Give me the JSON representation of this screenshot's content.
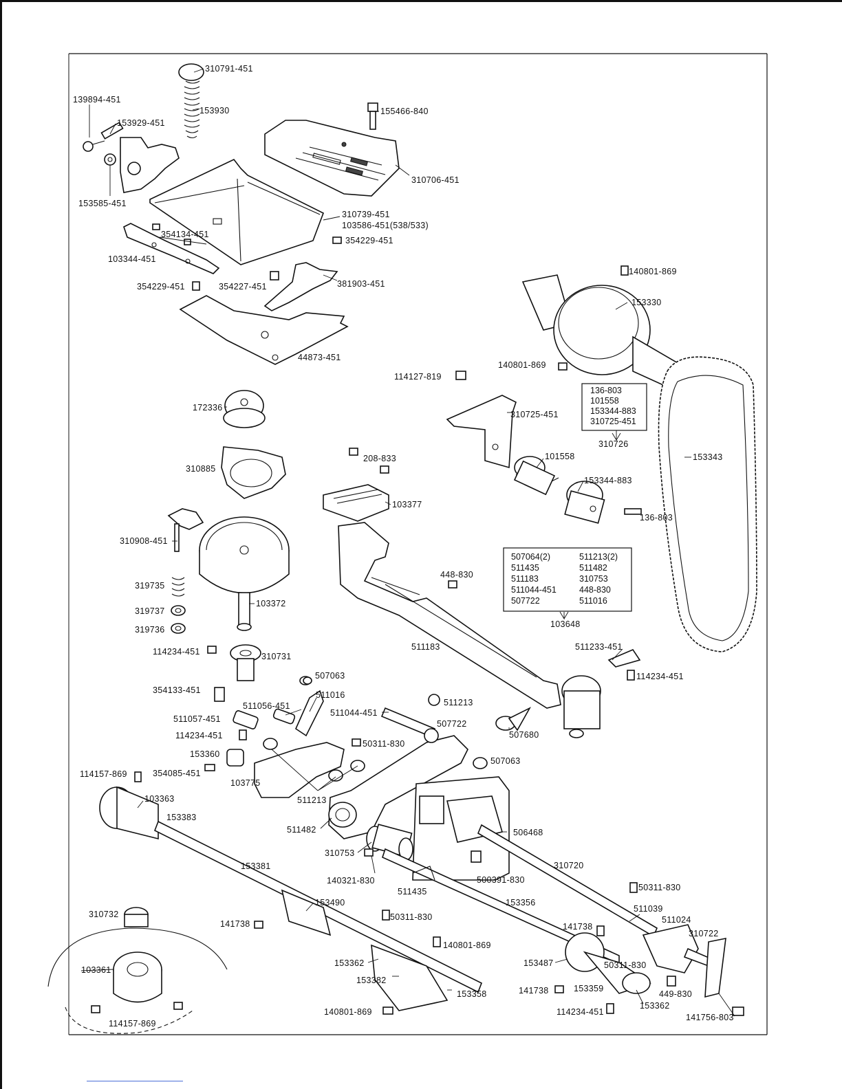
{
  "labels": {
    "l310791": "310791-451",
    "l139894": "139894-451",
    "l153930": "153930",
    "l155466": "155466-840",
    "l153929": "153929-451",
    "l310706": "310706-451",
    "l153585": "153585-451",
    "l310739": "310739-451",
    "l103586": "103586-451(538/533)",
    "l354134": "354134-451",
    "l354229a": "354229-451",
    "l103344": "103344-451",
    "l140801a": "140801-869",
    "l354229b": "354229-451",
    "l354227": "354227-451",
    "l381903": "381903-451",
    "l153330": "153330",
    "l44873": "44873-451",
    "l140801b": "140801-869",
    "l114127": "114127-819",
    "l172336": "172336",
    "l310725": "310725-451",
    "l310726": "310726",
    "l153343": "153343",
    "l208833": "208-833",
    "l101558": "101558",
    "l310885": "310885",
    "l153344": "153344-883",
    "l103377": "103377",
    "l136803": "136-803",
    "l310908": "310908-451",
    "l448830a": "448-830",
    "l103648": "103648",
    "l319735": "319735",
    "l103372": "103372",
    "l319737": "319737",
    "l319736": "319736",
    "l511183": "511183",
    "l114234a": "114234-451",
    "l310731": "310731",
    "l511233": "511233-451",
    "l114234b": "114234-451",
    "l507063a": "507063",
    "l354133": "354133-451",
    "l511016": "511016",
    "l511056": "511056-451",
    "l511213a": "511213",
    "l511044": "511044-451",
    "l511057": "511057-451",
    "l507722": "507722",
    "l114234c": "114234-451",
    "l507680": "507680",
    "l50311a": "50311-830",
    "l153360": "153360",
    "l507063b": "507063",
    "l114157a": "114157-869",
    "l354085": "354085-451",
    "l103775": "103775",
    "l103363": "103363",
    "l511213b": "511213",
    "l153383": "153383",
    "l511482": "511482",
    "l506468": "506468",
    "l310753": "310753",
    "l153381": "153381",
    "l310720": "310720",
    "l140321": "140321-830",
    "l500391": "500391-830",
    "l511435": "511435",
    "l50311b": "50311-830",
    "l153490": "153490",
    "l153356": "153356",
    "l310732": "310732",
    "l511039": "511039",
    "l50311c": "50311-830",
    "l511024": "511024",
    "l141738a": "141738",
    "l141738b": "141738",
    "l310722": "310722",
    "l140801c": "140801-869",
    "l103361": "103361",
    "l153362a": "153362",
    "l153487": "153487",
    "l50311d": "50311-830",
    "l153382": "153382",
    "l153358": "153358",
    "l141738c": "141738",
    "l153359": "153359",
    "l449830": "449-830",
    "l153362b": "153362",
    "l140801d": "140801-869",
    "l114234d": "114234-451",
    "l141756": "141756-803",
    "l114157b": "114157-869"
  },
  "box_310726": {
    "items": [
      "136-803",
      "101558",
      "153344-883",
      "310725-451"
    ]
  },
  "box_103648": {
    "col1": [
      "507064(2)",
      "511435",
      "511183",
      "511044-451",
      "507722"
    ],
    "col2": [
      "511213(2)",
      "511482",
      "310753",
      "448-830",
      "511016"
    ]
  }
}
